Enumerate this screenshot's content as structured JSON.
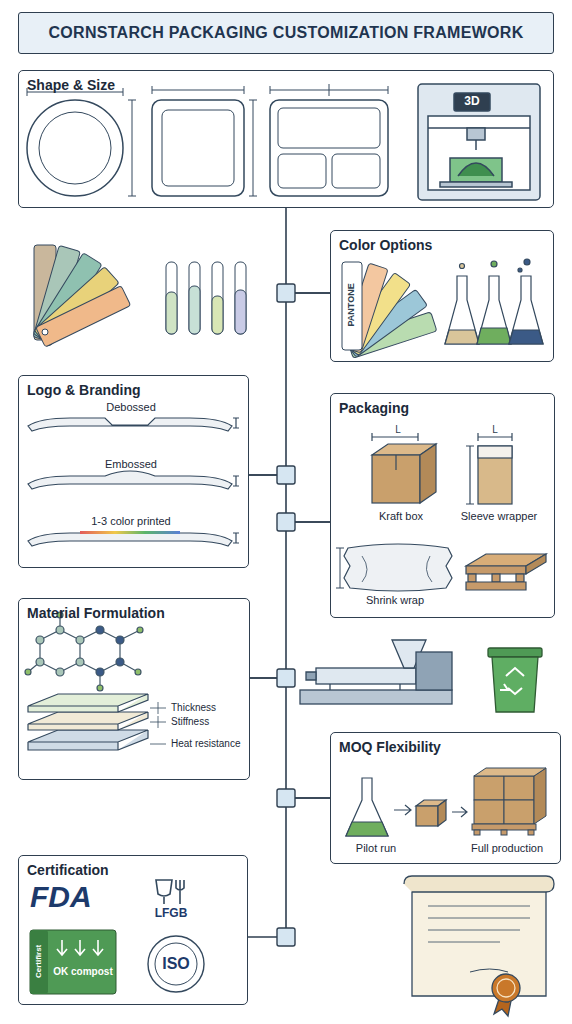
{
  "diagram": {
    "title": "CORNSTARCH PACKAGING CUSTOMIZATION FRAMEWORK",
    "nodes": [
      {
        "text": [
          "Shape & Size"
        ]
      },
      {
        "text": [
          "Color Options"
        ]
      },
      {
        "text": [
          "Logo & Branding",
          "Debossed",
          "Embossed",
          "1-3 color printed"
        ]
      },
      {
        "text": [
          "Packaging",
          "Kraft box",
          "Sleeve wrapper",
          "Shrink wrap"
        ]
      },
      {
        "text": [
          "Material Formulation",
          "Thickness",
          "Stiffness",
          "Heat resistance"
        ]
      },
      {
        "text": [
          "MOQ Flexibility",
          "Pilot run",
          "Full production"
        ]
      },
      {
        "text": [
          "Certification"
        ]
      }
    ],
    "edges": [
      {
        "from": 0,
        "to": 1,
        "arrow": "none"
      },
      {
        "from": 1,
        "to": 2,
        "arrow": "none"
      },
      {
        "from": 2,
        "to": 3,
        "arrow": "none"
      },
      {
        "from": 3,
        "to": 4,
        "arrow": "none"
      },
      {
        "from": 4,
        "to": 5,
        "arrow": "none"
      },
      {
        "from": 5,
        "to": 6,
        "arrow": "none"
      }
    ],
    "labels": [
      "3D",
      "PANTONE",
      "L",
      "L",
      "FDA",
      "LFGB",
      "Certifirst",
      "OK compost",
      "ISO"
    ]
  }
}
